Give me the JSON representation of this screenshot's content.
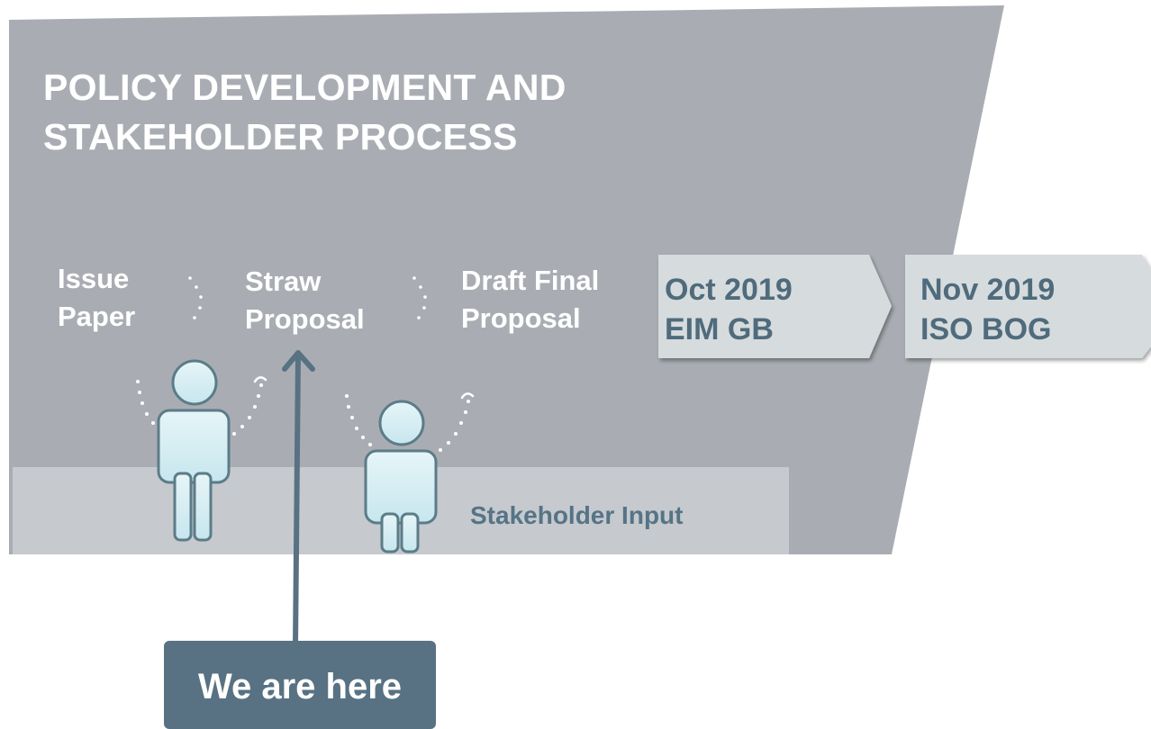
{
  "title": [
    "POLICY DEVELOPMENT AND",
    "STAKEHOLDER PROCESS"
  ],
  "stages": [
    {
      "lines": [
        "Issue",
        "Paper"
      ]
    },
    {
      "lines": [
        "Straw",
        "Proposal"
      ]
    },
    {
      "lines": [
        "Draft Final",
        "Proposal"
      ]
    }
  ],
  "milestones": [
    {
      "lines": [
        "Oct 2019",
        "EIM GB"
      ]
    },
    {
      "lines": [
        "Nov 2019",
        "ISO BOG"
      ]
    }
  ],
  "stakeholder_input_label": "Stakeholder Input",
  "current_marker_label": "We are here",
  "icons": [
    "person-icon",
    "person-icon",
    "dotted-arrow-icon",
    "up-arrow-icon"
  ],
  "colors": {
    "main_panel": "#a9adb3",
    "input_band": "#c6c9cd",
    "milestone_box": "#d6dbdd",
    "marker": "#587283",
    "person_fill": "#d6eef3",
    "person_stroke": "#5b7c88"
  }
}
